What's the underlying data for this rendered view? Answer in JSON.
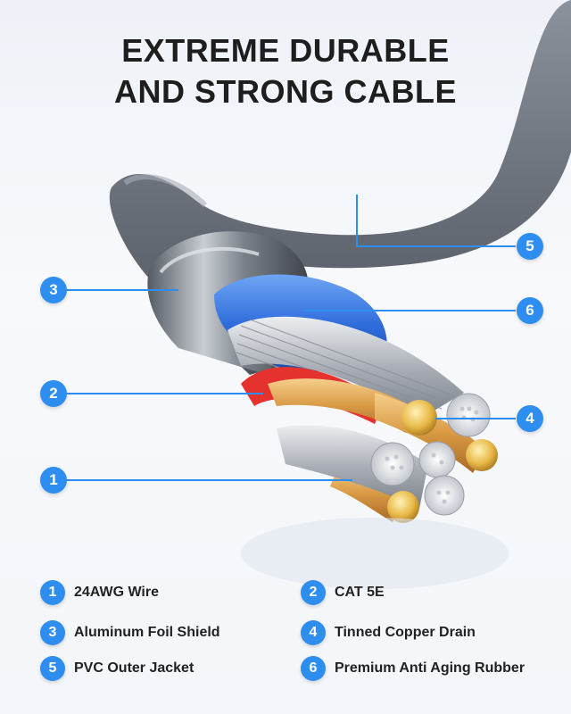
{
  "title": {
    "line1": "EXTREME DURABLE",
    "line2": "AND STRONG CABLE"
  },
  "callouts": [
    "5",
    "3",
    "6",
    "2",
    "4",
    "1"
  ],
  "legend": [
    {
      "num": "1",
      "label": "24AWG Wire"
    },
    {
      "num": "2",
      "label": "CAT 5E"
    },
    {
      "num": "3",
      "label": "Aluminum Foil Shield"
    },
    {
      "num": "4",
      "label": "Tinned Copper Drain"
    },
    {
      "num": "5",
      "label": "PVC Outer Jacket"
    },
    {
      "num": "6",
      "label": "Premium Anti Aging Rubber"
    }
  ],
  "colors": {
    "accent": "#2e8ef0",
    "jacket": "#6d7480",
    "shield": "#3d76e0",
    "copper": "#e0a24a",
    "tin": "#c9ccd2",
    "red": "#e6322e"
  }
}
